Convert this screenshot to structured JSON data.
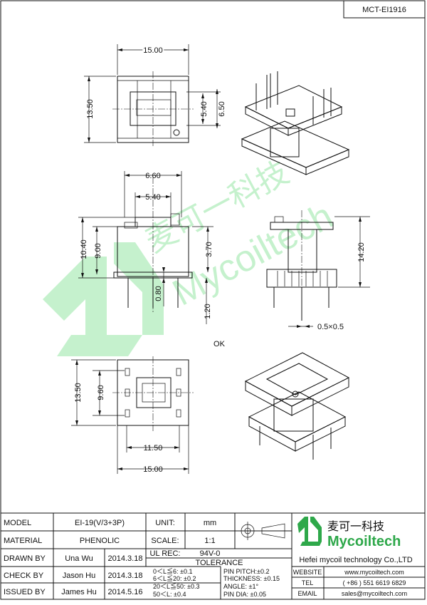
{
  "header": {
    "doc_code": "MCT-EI1916"
  },
  "dimensions": {
    "top_width": "15.00",
    "top_height": "13.50",
    "top_inner": "5.40",
    "top_outer": "6.50",
    "front_width": "6.60",
    "front_inner": "5.40",
    "front_height": "10.40",
    "front_body": "9.00",
    "front_mid": "3.70",
    "front_flange": "0.80",
    "front_pin": "1.20",
    "side_height": "14.20",
    "side_pin": "0.5×0.5",
    "bottom_height": "13.50",
    "bottom_inner": "9.60",
    "bottom_mid": "11.50",
    "bottom_width": "15.00"
  },
  "note_ok": "OK",
  "watermark": {
    "cn": "麦可一科技",
    "en": "Mycoiltech"
  },
  "titleblock": {
    "model_label": "MODEL",
    "model_value": "EI-19(V/3+3P)",
    "material_label": "MATERIAL",
    "material_value": "PHENOLIC",
    "drawn_label": "DRAWN BY",
    "drawn_name": "Una Wu",
    "drawn_date": "2014.3.18",
    "check_label": "CHECK BY",
    "check_name": "Jason Hu",
    "check_date": "2014.3.18",
    "issued_label": "ISSUED BY",
    "issued_name": "James Hu",
    "issued_date": "2014.5.16",
    "unit_label": "UNIT:",
    "unit_value": "mm",
    "scale_label": "SCALE:",
    "scale_value": "1:1",
    "ulrec_label": "UL REC:",
    "ulrec_value": "94V-0",
    "tolerance_label": "TOLERANCE",
    "tol_1": "0＜L≦6: ±0.1",
    "tol_2": "6＜L≦20: ±0.2",
    "tol_3": "20＜L≦50: ±0.3",
    "tol_4": "50＜L: ±0.4",
    "tol_5": "PIN PITCH:±0.2",
    "tol_6": "THICKNESS: ±0.15",
    "tol_7": "ANGLE: ±1°",
    "tol_8": "PIN DIA: ±0.05",
    "logo_cn": "麦可一科技",
    "logo_en": "Mycoiltech",
    "company": "Hefei mycoil technology Co.,LTD",
    "website_label": "WEBSITE",
    "website_value": "www.mycoiltech.com",
    "tel_label": "TEL",
    "tel_value": "( +86 ) 551 6619 6829",
    "email_label": "EMAIL",
    "email_value": "sales@mycoiltech.com"
  }
}
